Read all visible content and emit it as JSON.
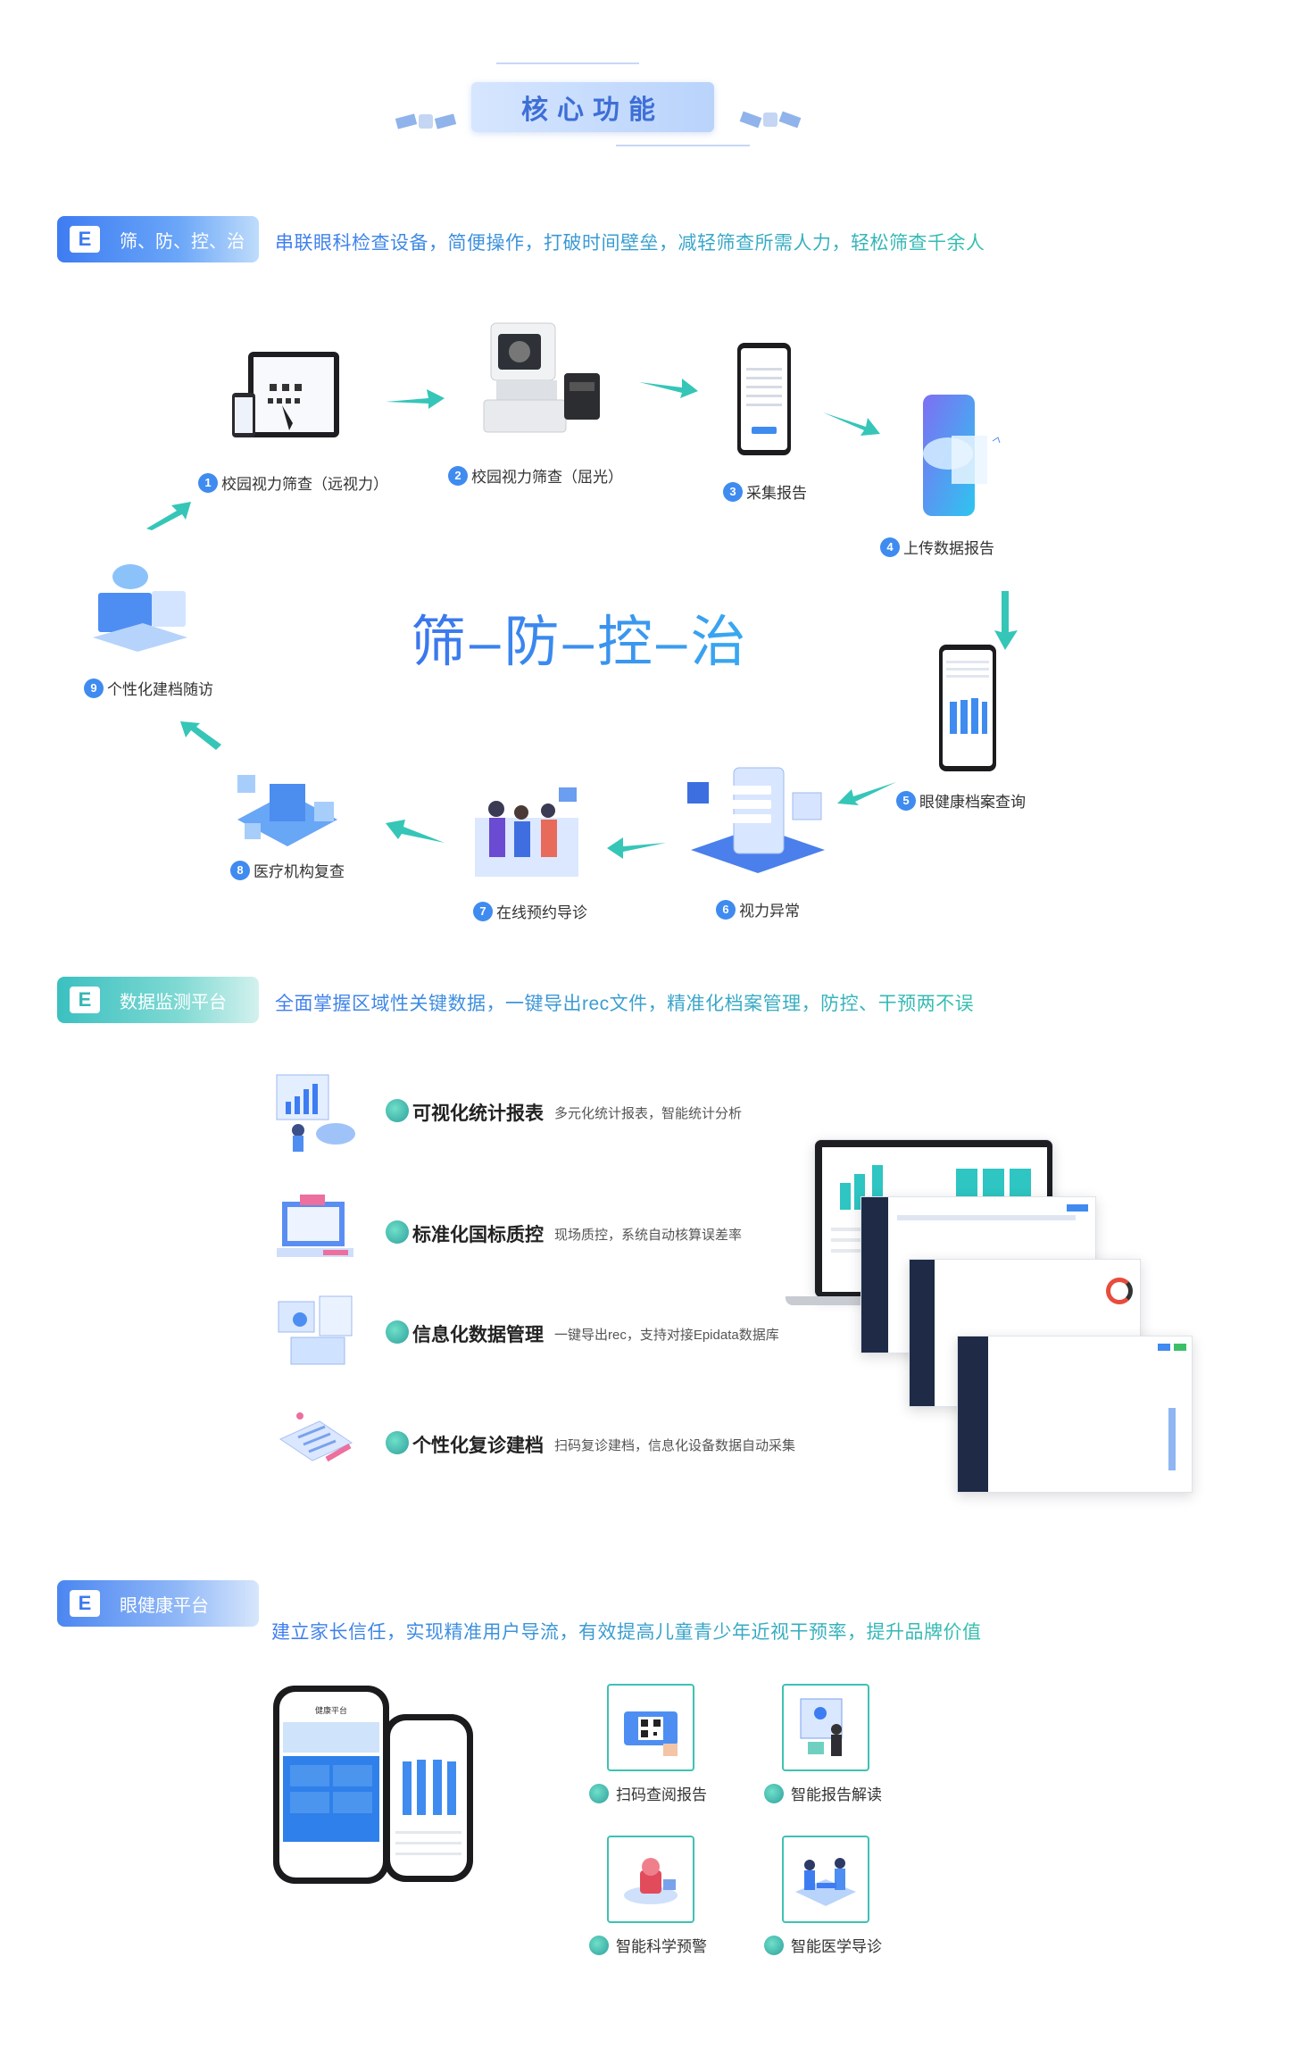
{
  "header": {
    "title": "核心功能"
  },
  "section1": {
    "tag_icon": "E",
    "tag_label": "筛、防、控、治",
    "description": "串联眼科检查设备，简便操作，打破时间壁垒，减轻筛查所需人力，轻松筛查千余人",
    "center_title": "筛–防–控–治",
    "steps": [
      {
        "num": "1",
        "label": "校园视力筛查（远视力）"
      },
      {
        "num": "2",
        "label": "校园视力筛查（屈光）"
      },
      {
        "num": "3",
        "label": "采集报告"
      },
      {
        "num": "4",
        "label": "上传数据报告"
      },
      {
        "num": "5",
        "label": "眼健康档案查询"
      },
      {
        "num": "6",
        "label": "视力异常"
      },
      {
        "num": "7",
        "label": "在线预约导诊"
      },
      {
        "num": "8",
        "label": "医疗机构复查"
      },
      {
        "num": "9",
        "label": "个性化建档随访"
      }
    ]
  },
  "section2": {
    "tag_icon": "E",
    "tag_label": "数据监测平台",
    "description": "全面掌握区域性关键数据，一键导出rec文件，精准化档案管理，防控、干预两不误",
    "features": [
      {
        "title": "可视化统计报表",
        "desc": "多元化统计报表，智能统计分析"
      },
      {
        "title": "标准化国标质控",
        "desc": "现场质控，系统自动核算误差率"
      },
      {
        "title": "信息化数据管理",
        "desc": "一键导出rec，支持对接Epidata数据库"
      },
      {
        "title": "个性化复诊建档",
        "desc": "扫码复诊建档，信息化设备数据自动采集"
      }
    ]
  },
  "section3": {
    "tag_icon": "E",
    "tag_label": "眼健康平台",
    "description": "建立家长信任，实现精准用户导流，有效提高儿童青少年近视干预率，提升品牌价值",
    "phone_title": "健康平台",
    "features": [
      {
        "label": "扫码查阅报告",
        "icon": "qr-scan-icon"
      },
      {
        "label": "智能报告解读",
        "icon": "report-reading-icon"
      },
      {
        "label": "智能科学预警",
        "icon": "warning-alert-icon"
      },
      {
        "label": "智能医学导诊",
        "icon": "medical-guide-icon"
      }
    ]
  },
  "colors": {
    "blue": "#3e7cf2",
    "teal": "#3bc0c0",
    "arrow": "#35c6b8"
  }
}
